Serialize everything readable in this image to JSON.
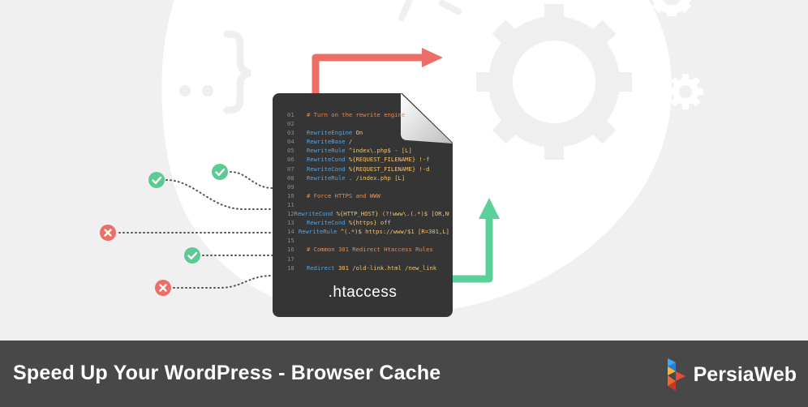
{
  "colors": {
    "background": "#f0f0f0",
    "blob": "#ffffff",
    "file": "#353535",
    "arrow_red": "#ec6e66",
    "arrow_green": "#5bd09a",
    "check_green": "#5ccb93",
    "cross_red": "#ec6e66",
    "footer": "#484848",
    "comment": "#e78a4f",
    "keyword": "#4fa7e6",
    "value": "#f5c26b"
  },
  "file": {
    "label": ".htaccess",
    "lines": [
      {
        "n": "01",
        "kw": "",
        "val": "",
        "comment": "# Turn on the rewrite engine"
      },
      {
        "n": "02",
        "kw": "",
        "val": "",
        "comment": ""
      },
      {
        "n": "03",
        "kw": "RewriteEngine",
        "val": " On",
        "comment": ""
      },
      {
        "n": "04",
        "kw": "RewriteBase",
        "val": " /",
        "comment": ""
      },
      {
        "n": "05",
        "kw": "RewriteRule",
        "val": " ^index\\.php$ - [L]",
        "comment": ""
      },
      {
        "n": "06",
        "kw": "RewriteCond",
        "val": " %{REQUEST_FILENAME} !-f",
        "comment": ""
      },
      {
        "n": "07",
        "kw": "RewriteCond",
        "val": " %{REQUEST_FILENAME} !-d",
        "comment": ""
      },
      {
        "n": "08",
        "kw": "RewriteRule",
        "val": " . /index.php [L]",
        "comment": ""
      },
      {
        "n": "09",
        "kw": "",
        "val": "",
        "comment": ""
      },
      {
        "n": "10",
        "kw": "",
        "val": "",
        "comment": "# Force HTTPS and WWW"
      },
      {
        "n": "11",
        "kw": "",
        "val": "",
        "comment": ""
      },
      {
        "n": "12",
        "kw": "RewriteCond",
        "val": " %{HTTP_HOST} (?!www\\.(.*)$ [OR,NC]",
        "comment": ""
      },
      {
        "n": "13",
        "kw": "RewriteCond",
        "val": " %{https} off",
        "comment": ""
      },
      {
        "n": "14",
        "kw": "RewriteRule",
        "val": " ^(.*)$ https://www/$1 [R=301,L]",
        "comment": ""
      },
      {
        "n": "15",
        "kw": "",
        "val": "",
        "comment": ""
      },
      {
        "n": "16",
        "kw": "",
        "val": "",
        "comment": "# Common 301 Redirect Htaccess Rules"
      },
      {
        "n": "17",
        "kw": "",
        "val": "",
        "comment": ""
      },
      {
        "n": "18",
        "kw": "Redirect",
        "val": " 301 /old-link.html /new_link",
        "comment": ""
      }
    ]
  },
  "footer": {
    "title": "Speed Up Your WordPress - Browser Cache",
    "brand_name": "PersiaWeb",
    "brand_icon": "persiaweb-logo-icon"
  },
  "status_icons": [
    "check-icon",
    "check-icon",
    "cross-icon",
    "check-icon",
    "cross-icon"
  ]
}
